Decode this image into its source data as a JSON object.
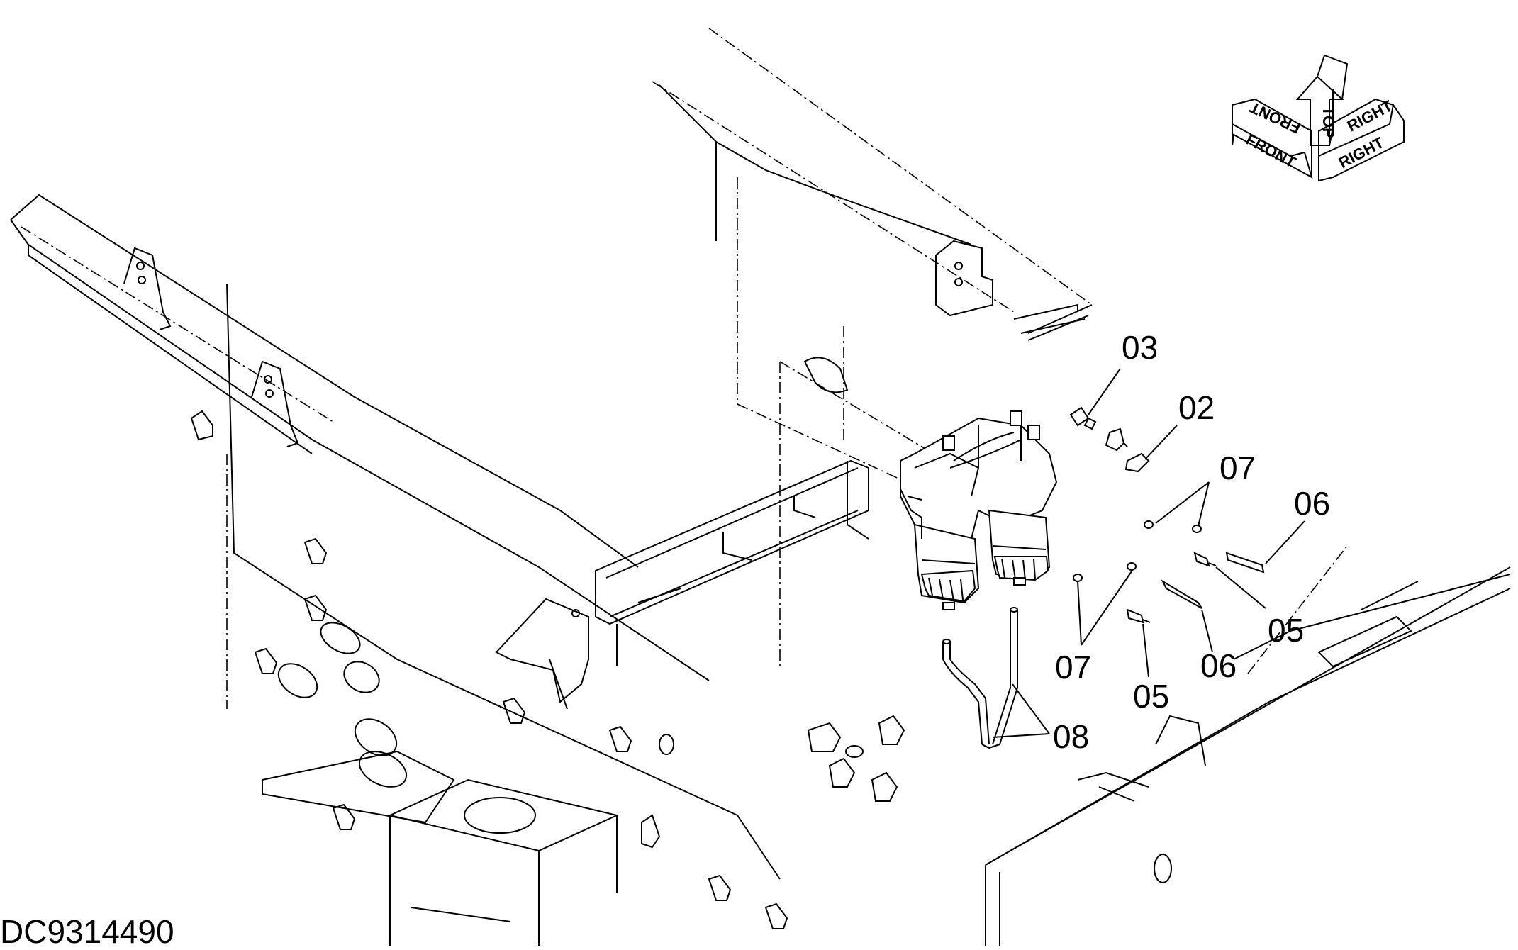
{
  "drawing": {
    "document_id": "DC9314490",
    "callouts": [
      {
        "id": "c03",
        "label": "03"
      },
      {
        "id": "c02",
        "label": "02"
      },
      {
        "id": "c07a",
        "label": "07"
      },
      {
        "id": "c06a",
        "label": "06"
      },
      {
        "id": "c05a",
        "label": "05"
      },
      {
        "id": "c07b",
        "label": "07"
      },
      {
        "id": "c05b",
        "label": "05"
      },
      {
        "id": "c06b",
        "label": "06"
      },
      {
        "id": "c08",
        "label": "08"
      }
    ],
    "orientation": {
      "top": "TOP",
      "front": "FRONT",
      "right": "RIGHT"
    }
  }
}
